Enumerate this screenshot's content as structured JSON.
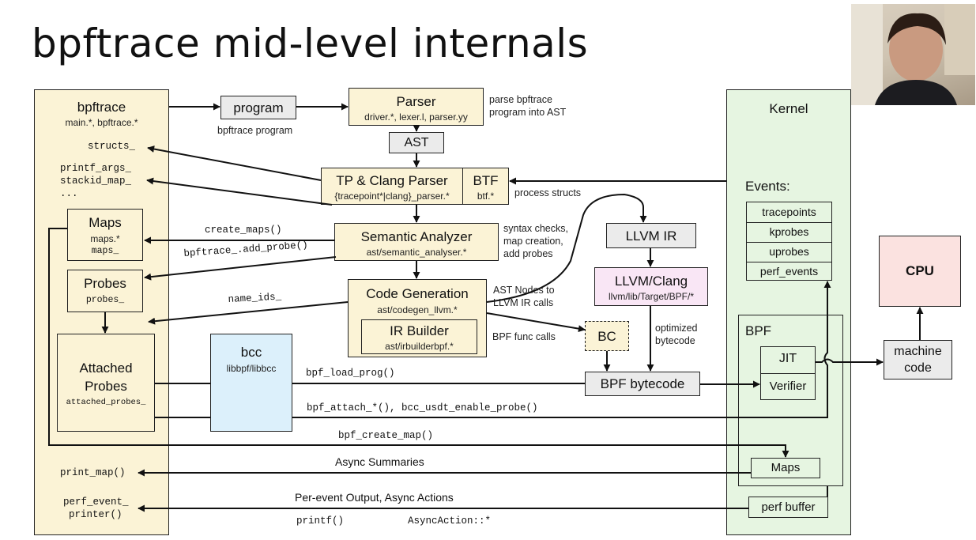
{
  "title": "bpftrace mid-level internals",
  "bpftrace_col": {
    "name": "bpftrace",
    "files": "main.*, bpftrace.*",
    "items": [
      "structs_",
      "printf_args_",
      "stackid_map_",
      "..."
    ],
    "print_map": "print_map()",
    "perf_event_printer_1": "perf_event_",
    "perf_event_printer_2": "printer()"
  },
  "maps_box": {
    "name": "Maps",
    "files": "maps.*",
    "var": "maps_"
  },
  "probes_box": {
    "name": "Probes",
    "var": "probes_"
  },
  "attached_box": {
    "name1": "Attached",
    "name2": "Probes",
    "var": "attached_probes_"
  },
  "program": {
    "name": "program",
    "caption": "bpftrace program"
  },
  "parser": {
    "name": "Parser",
    "files": "driver.*, lexer.l, parser.yy",
    "note1": "parse bpftrace",
    "note2": "program into AST"
  },
  "ast": {
    "name": "AST"
  },
  "tp_clang": {
    "name": "TP & Clang Parser",
    "files": "{tracepoint*|clang}_parser.*"
  },
  "btf": {
    "name": "BTF",
    "files": "btf.*",
    "note": "process structs"
  },
  "semantic": {
    "name": "Semantic Analyzer",
    "files": "ast/semantic_analyser.*",
    "note1": "syntax checks,",
    "note2": "map creation,",
    "note3": "add probes"
  },
  "codegen": {
    "name": "Code Generation",
    "files": "ast/codegen_llvm.*",
    "note1": "AST Nodes to",
    "note2": "LLVM IR calls"
  },
  "irbuilder": {
    "name": "IR Builder",
    "files": "ast/irbuilderbpf.*",
    "note": "BPF func calls"
  },
  "llvm_ir": {
    "name": "LLVM IR"
  },
  "llvm_clang": {
    "name": "LLVM/Clang",
    "files": "llvm/lib/Target/BPF/*"
  },
  "optimized": {
    "line1": "optimized",
    "line2": "bytecode"
  },
  "bc": {
    "name": "BC"
  },
  "bpf_bytecode": {
    "name": "BPF bytecode"
  },
  "bcc": {
    "name": "bcc",
    "files": "libbpf/libbcc"
  },
  "calls": {
    "create_maps": "create_maps()",
    "add_probe": "bpftrace_.add_probe()",
    "name_ids": "name_ids_",
    "bpf_load_prog": "bpf_load_prog()",
    "bpf_attach": "bpf_attach_*(), bcc_usdt_enable_probe()",
    "bpf_create_map": "bpf_create_map()",
    "async_summaries": "Async Summaries",
    "per_event": "Per-event Output, Async Actions",
    "printf": "printf()",
    "async_action": "AsyncAction::*"
  },
  "kernel": {
    "name": "Kernel",
    "events_label": "Events:",
    "events": [
      "tracepoints",
      "kprobes",
      "uprobes",
      "perf_events"
    ],
    "bpf_label": "BPF",
    "jit": "JIT",
    "verifier": "Verifier",
    "maps": "Maps",
    "perf_buffer": "perf buffer"
  },
  "cpu": {
    "name": "CPU"
  },
  "machine_code": {
    "line1": "machine",
    "line2": "code"
  },
  "colors": {
    "bpftrace_bg": "#fbf3d6",
    "kernel_bg": "#e6f5e1",
    "bcc_bg": "#dcf0fb",
    "llvm_clang_bg": "#f9e6f5",
    "cpu_bg": "#fbe2e0",
    "gray_bg": "#ebebeb"
  }
}
